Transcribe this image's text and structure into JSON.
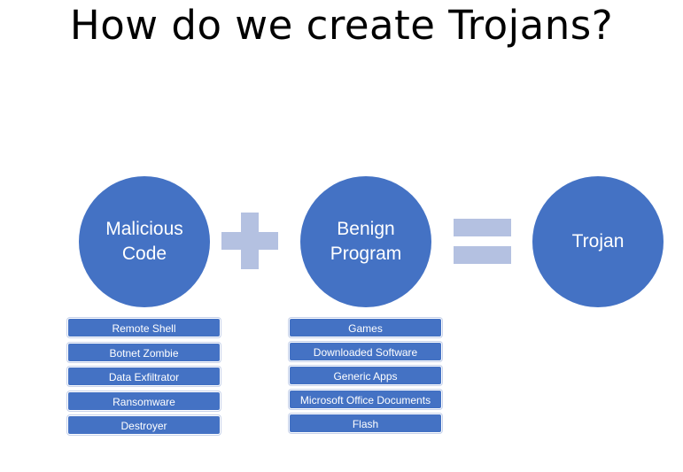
{
  "title": "How do we create Trojans?",
  "nodes": {
    "malicious": "Malicious\nCode",
    "benign": "Benign\nProgram",
    "trojan": "Trojan"
  },
  "colors": {
    "node_fill": "#4472c4",
    "operator_fill": "#b4c1e1",
    "text": "#ffffff"
  },
  "malicious_items": [
    "Remote Shell",
    "Botnet Zombie",
    "Data Exfiltrator",
    "Ransomware",
    "Destroyer"
  ],
  "benign_items": [
    "Games",
    "Downloaded Software",
    "Generic Apps",
    "Microsoft Office Documents",
    "Flash"
  ]
}
